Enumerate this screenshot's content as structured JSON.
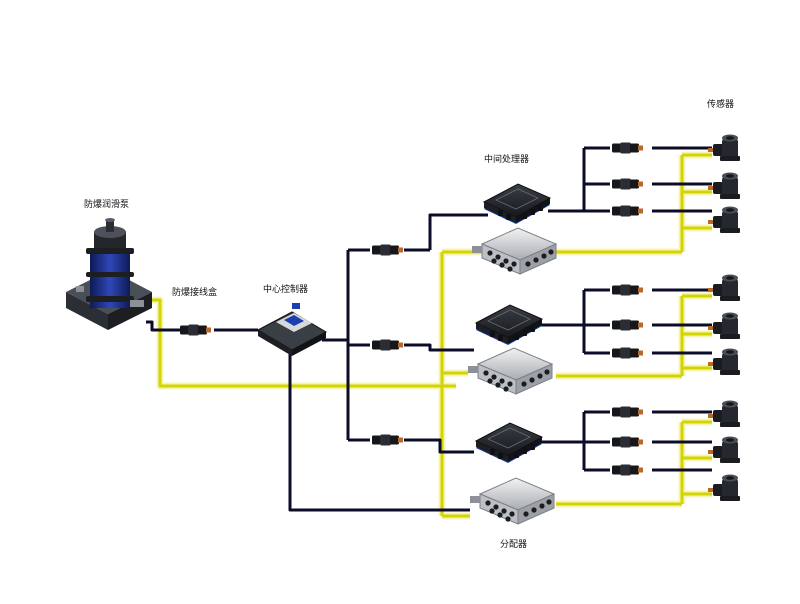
{
  "labels": {
    "pump": "防爆润滑泵",
    "junction_box": "防爆接线盒",
    "central_controller": "中心控制器",
    "intermediate_processor": "中间处理器",
    "sensor": "传感器",
    "distributor": "分配器"
  },
  "colors": {
    "signal_line": "#0b0b2a",
    "oil_line": "#d9d900",
    "oil_glow": "#f3f3a0",
    "pump_body": "#1b2d86",
    "device_dark": "#2a2d33",
    "device_light": "#d6d8da",
    "blue_base": "#1c3fb0",
    "connector_tip": "#b86a2a"
  },
  "icons": [
    "pump-icon",
    "junction-box-icon",
    "controller-icon",
    "processor-icon",
    "distributor-icon",
    "connector-icon",
    "sensor-icon"
  ]
}
